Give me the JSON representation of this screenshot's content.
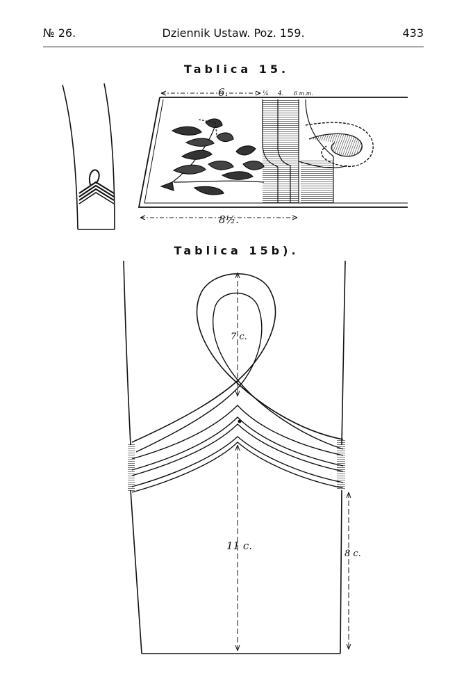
{
  "header": {
    "left": "№ 26.",
    "center": "Dziennik Ustaw. Poz. 159.",
    "right": "433"
  },
  "tables": [
    {
      "caption": "Tablica 15.",
      "dimensions": {
        "top_width": "6.",
        "small_a": "¼",
        "small_b": "4.",
        "small_c": "6 m.m.",
        "bottom_width": "8½."
      }
    },
    {
      "caption": "Tablica 15b).",
      "dimensions": {
        "loop_height": "7 c.",
        "cuff_height": "11 c.",
        "side_height": "8 c."
      }
    }
  ]
}
